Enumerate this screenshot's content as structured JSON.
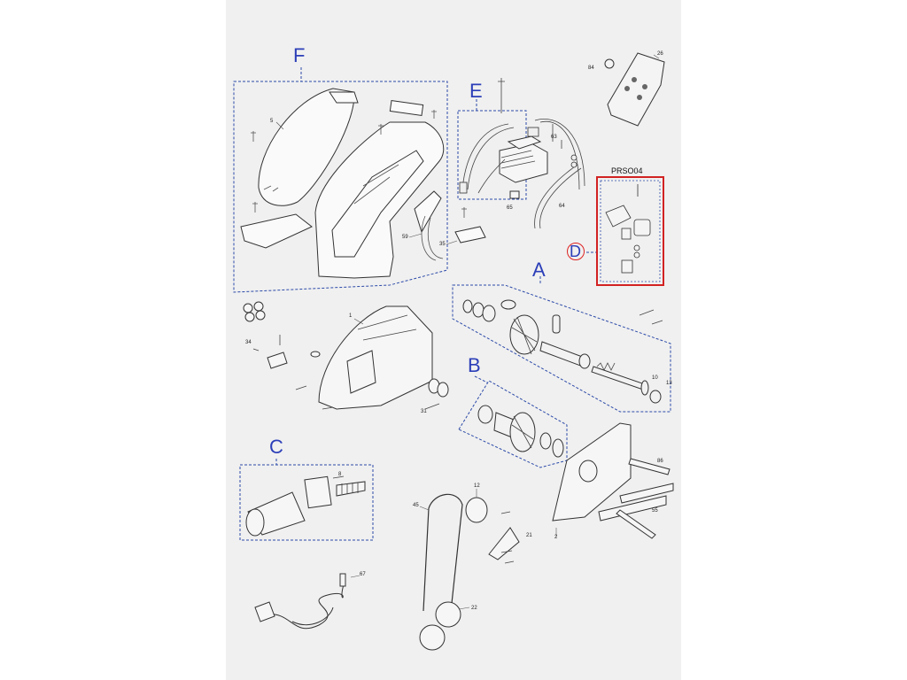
{
  "colors": {
    "paper": "#f0f0f0",
    "page": "#ffffff",
    "group_label": "#2c3fb8",
    "group_box": "#2c4aa8",
    "highlight": "#d22222",
    "line": "#333333"
  },
  "group_labels": {
    "A": "A",
    "B": "B",
    "C": "C",
    "D": "D",
    "E": "E",
    "F": "F"
  },
  "kit_label": "PRSO04",
  "part_numbers": {
    "n5": "5",
    "n35": "35",
    "n59": "59",
    "n63": "63",
    "n65": "65",
    "n64": "64",
    "n84": "84",
    "n26": "26",
    "n1": "1",
    "n34": "34",
    "n31": "31",
    "n10": "10",
    "n13": "13",
    "n86": "86",
    "n55": "55",
    "n2": "2",
    "n8": "8",
    "n12": "12",
    "n45": "45",
    "n21": "21",
    "n22": "22",
    "n67": "67"
  }
}
